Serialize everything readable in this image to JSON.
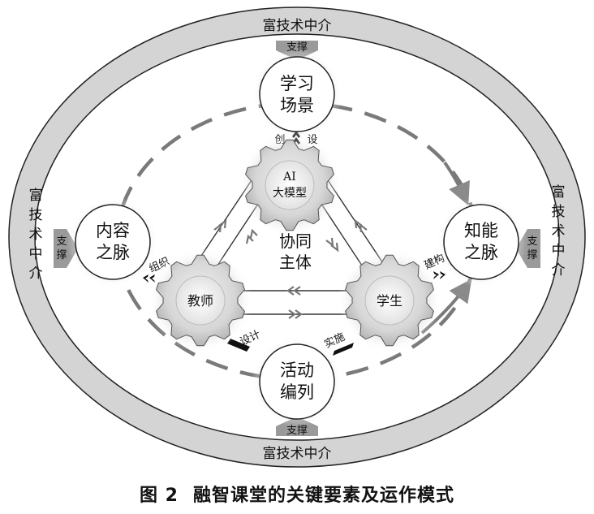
{
  "ring": {
    "top_label": "富技术中介",
    "bottom_label": "富技术中介",
    "left_label": "富技术中介",
    "right_label": "富技术中介"
  },
  "support_label": "支撑",
  "nodes": {
    "learning_scene": [
      "学习",
      "场景"
    ],
    "content_vein": [
      "内容",
      "之脉"
    ],
    "knowledge_vein": [
      "知能",
      "之脉"
    ],
    "activity_arrangement": [
      "活动",
      "编列"
    ]
  },
  "gears": {
    "ai": [
      "AI",
      "大模型"
    ],
    "teacher": "教师",
    "student": "学生"
  },
  "center_label": [
    "协同",
    "主体"
  ],
  "relations": {
    "create": "创",
    "set": "设",
    "organize": "组织",
    "construct": "建构",
    "design": "设计",
    "implement": "实施"
  },
  "caption": {
    "number": "图 2",
    "title": "融智课堂的关键要素及运作模式"
  }
}
